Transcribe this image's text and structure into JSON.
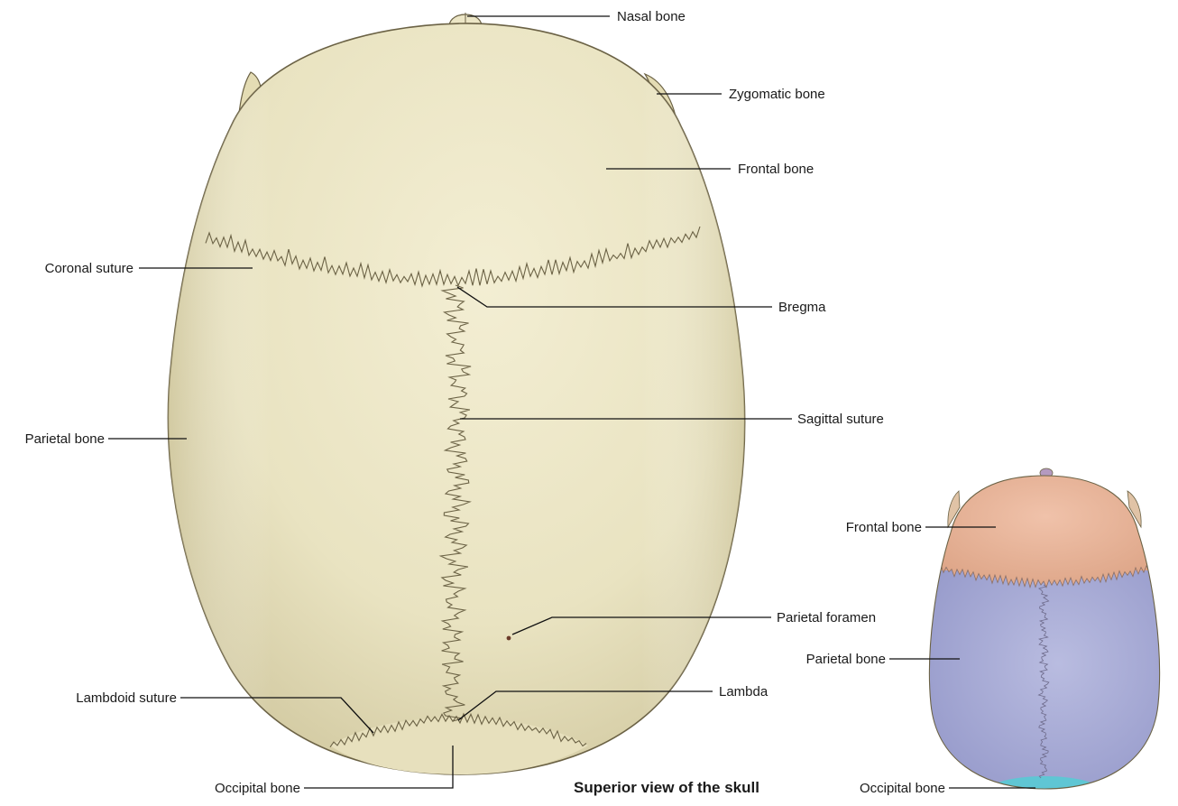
{
  "main_figure": {
    "labels": {
      "nasal_bone": "Nasal bone",
      "zygomatic_bone": "Zygomatic bone",
      "frontal_bone": "Frontal bone",
      "coronal_suture": "Coronal suture",
      "bregma": "Bregma",
      "sagittal_suture": "Sagittal suture",
      "parietal_bone": "Parietal bone",
      "parietal_foramen": "Parietal foramen",
      "lambdoid_suture": "Lambdoid suture",
      "lambda": "Lambda",
      "occipital_bone": "Occipital bone"
    }
  },
  "inset_figure": {
    "labels": {
      "frontal_bone": "Frontal bone",
      "parietal_bone": "Parietal bone",
      "occipital_bone": "Occipital bone"
    },
    "colors": {
      "frontal": "#e8b49a",
      "parietal": "#a9acd6",
      "occipital": "#5fc6d4"
    }
  },
  "caption": "Superior view of the skull",
  "colors": {
    "bone": "#ece6c6",
    "bone_shadow": "#cbc39a",
    "outline": "#6b6245"
  }
}
